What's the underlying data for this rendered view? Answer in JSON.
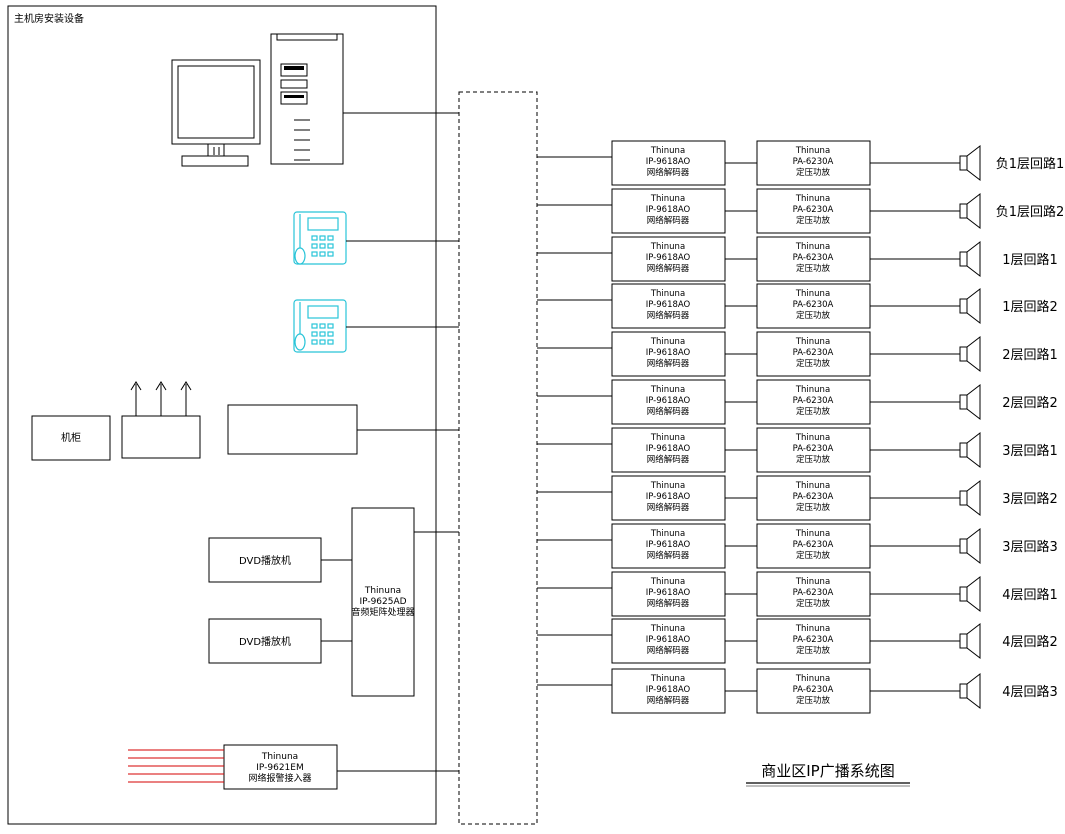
{
  "room_title": "主机房安装设备",
  "diagram_title": "商业区IP广播系统图",
  "brand": "Thinuna",
  "cabinet_label": "机柜",
  "dvd_players": [
    "DVD播放机",
    "DVD播放机"
  ],
  "matrix": {
    "brand": "Thinuna",
    "model": "IP-9625AD",
    "name": "音频矩阵处理器"
  },
  "alarm_interface": {
    "brand": "Thinuna",
    "model": "IP-9621EM",
    "name": "网络报警接入器"
  },
  "decoder": {
    "brand": "Thinuna",
    "model": "IP-9618AO",
    "name": "网络解码器"
  },
  "amplifier": {
    "brand": "Thinuna",
    "model": "PA-6230A",
    "name": "定压功放"
  },
  "zones": [
    "负1层回路1",
    "负1层回路2",
    "1层回路1",
    "1层回路2",
    "2层回路1",
    "2层回路2",
    "3层回路1",
    "3层回路2",
    "3层回路3",
    "4层回路1",
    "4层回路2",
    "4层回路3"
  ],
  "colors": {
    "line": "#000000",
    "paging_station": "#29c4d8",
    "alarm_lines": "#d40000"
  }
}
